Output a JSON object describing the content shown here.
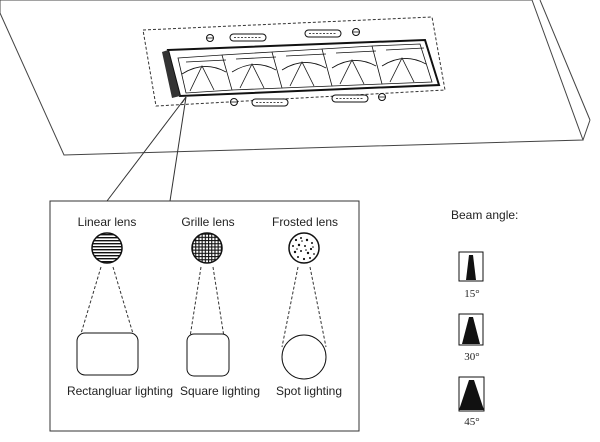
{
  "lenses": [
    {
      "name": "Linear lens",
      "lighting": "Rectangluar lighting"
    },
    {
      "name": "Grille lens",
      "lighting": "Square lighting"
    },
    {
      "name": "Frosted lens",
      "lighting": "Spot lighting"
    }
  ],
  "beam": {
    "title": "Beam angle:",
    "angles": [
      "15°",
      "30°",
      "45°"
    ]
  },
  "colors": {
    "line": "#333333",
    "fill": "#111111"
  }
}
